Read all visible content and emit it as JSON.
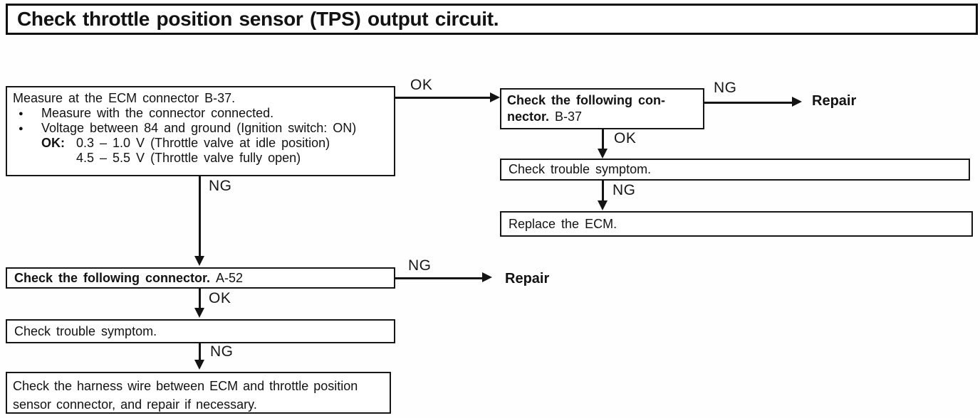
{
  "title": "Check throttle position sensor (TPS) output circuit.",
  "labels": {
    "ok": "OK",
    "ng": "NG",
    "repair": "Repair"
  },
  "boxes": {
    "measure": {
      "heading": "Measure at the ECM connector B-37.",
      "bullets": [
        "Measure with the connector connected.",
        "Voltage between 84 and ground (Ignition switch: ON)"
      ],
      "ok_prefix": "OK:",
      "ok_range_idle": "0.3 – 1.0 V (Throttle valve at idle position)",
      "ok_range_open": "4.5 – 5.5 V (Throttle valve fully open)"
    },
    "connector_b37": {
      "line1": "Check the following con-",
      "line2_bold": "nector.",
      "line2_code": "B-37"
    },
    "trouble_symptom_right": "Check trouble symptom.",
    "replace_ecm": "Replace the ECM.",
    "connector_a52": {
      "bold": "Check the following connector.",
      "code": "A-52"
    },
    "trouble_symptom_left": "Check trouble symptom.",
    "harness": "Check the harness wire between ECM and throttle position sensor connector, and repair if necessary."
  }
}
